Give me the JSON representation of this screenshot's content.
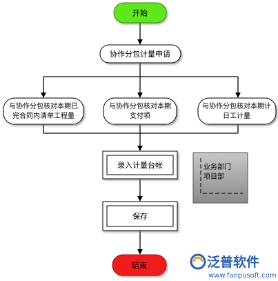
{
  "nodes": {
    "start": "开始",
    "apply": "协作分包计量申请",
    "check_left": [
      "与协作分包核对本期已",
      "完合同内清单工程量"
    ],
    "check_mid": [
      "与协作分包核对本期",
      "支付项"
    ],
    "check_right": [
      "与协作分包核对本期计",
      "日工计量"
    ],
    "ledger": "录入计量台帐",
    "save": "保存",
    "end": "结束"
  },
  "legend": {
    "line1": "业务部门",
    "line2": "项目部"
  },
  "watermark": {
    "brand": "泛普软件",
    "url": "www.fanpusoft.com"
  },
  "colors": {
    "start_fill": "#5ee61e",
    "end_fill": "#ee1c1c",
    "node_fill": "#ffffff",
    "edge": "#000000",
    "legend_fill": "#9a9a9a",
    "brand_blue": "#2a5fb0"
  }
}
